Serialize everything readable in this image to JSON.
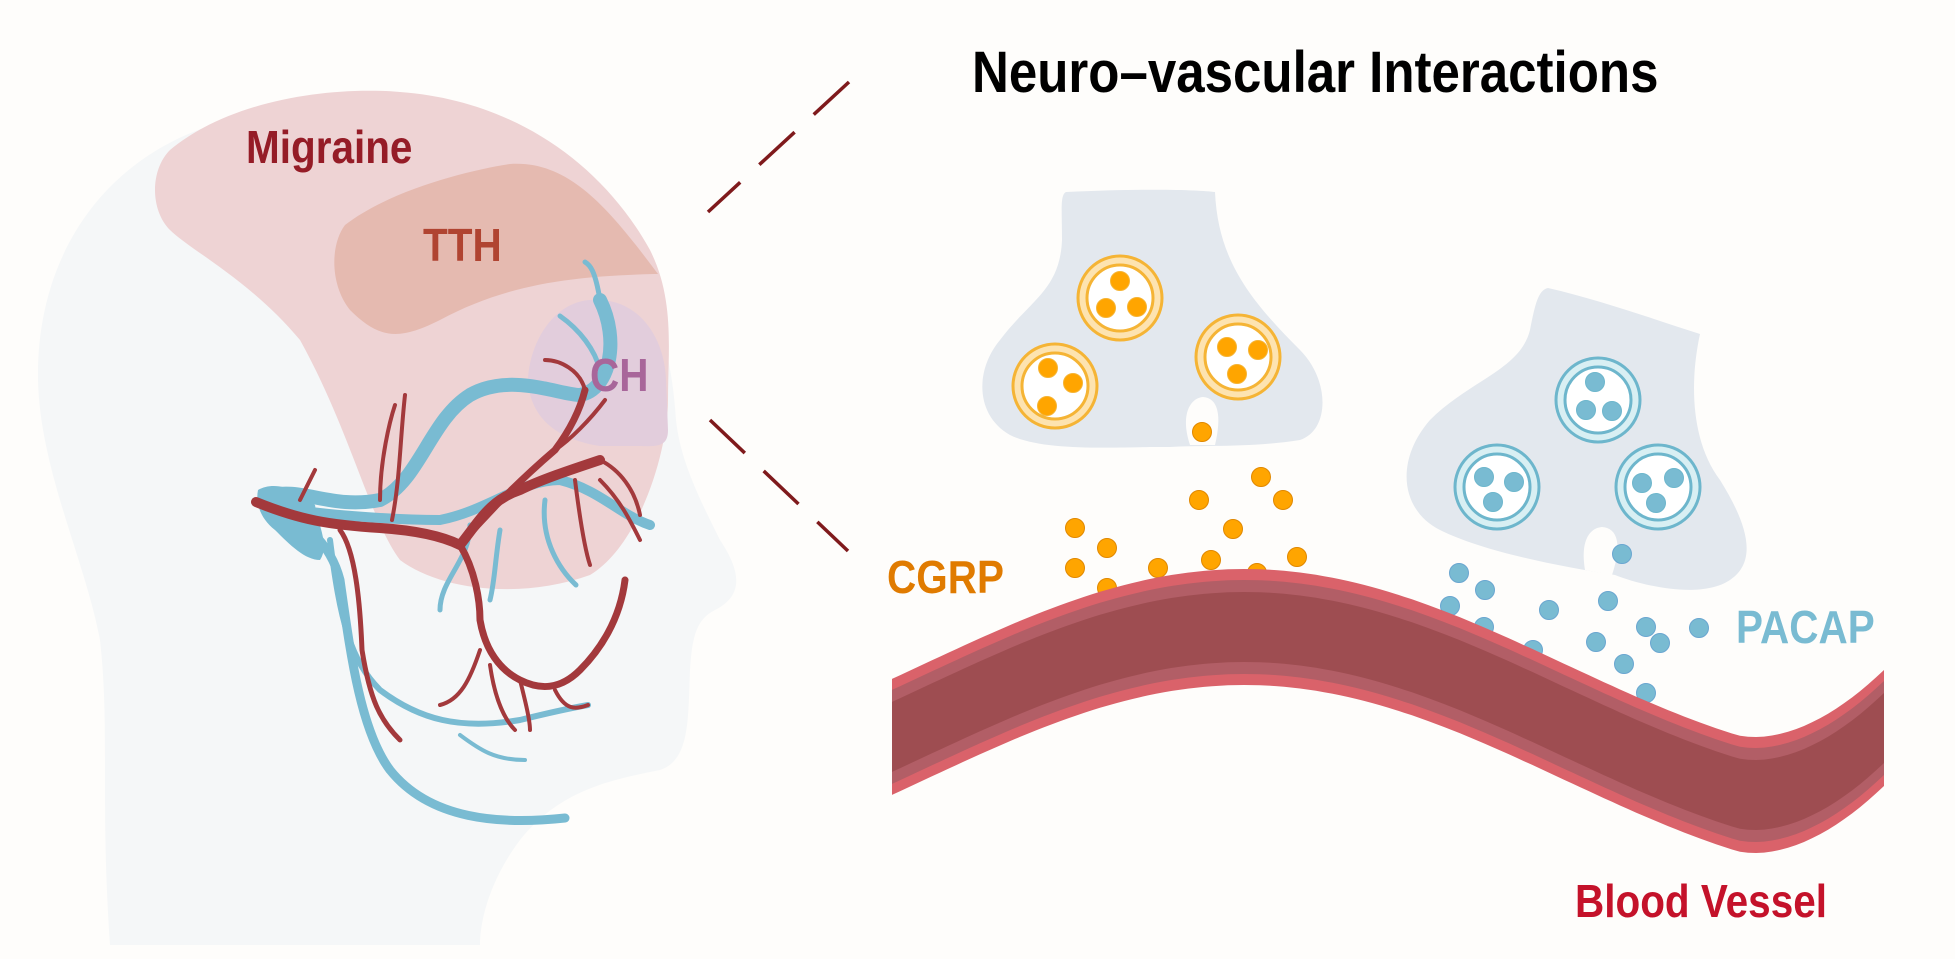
{
  "title": "Neuro–vascular Interactions",
  "labels": {
    "migraine": "Migraine",
    "tth": "TTH",
    "ch": "CH",
    "cgrp": "CGRP",
    "pacap": "PACAP",
    "blood_vessel": "Blood Vessel"
  },
  "colors": {
    "background": "#fefdfb",
    "head": "#f5f7f8",
    "migraine_region": "#eed3d4",
    "migraine_text": "#951c27",
    "tth_region": "#e5bab0",
    "tth_text": "#b04431",
    "ch_region": "#e2cddc",
    "ch_text": "#a8669a",
    "artery": "#a3393c",
    "vein": "#79bbd2",
    "neuron_terminal": "#e3e8ee",
    "cgrp": "#ffa500",
    "cgrp_ring": "#f5b435",
    "cgrp_text": "#e07b00",
    "pacap": "#79bbd2",
    "pacap_ring": "#6db6cc",
    "pacap_text": "#79bbd2",
    "vessel_outer": "#da626a",
    "vessel_mid": "#b25e66",
    "vessel_inner": "#9e4d51",
    "vessel_text": "#c4122a",
    "zoom_lines": "#7f1a1c"
  },
  "cgrp_terminal": {
    "vesicles": 3,
    "molecules_per_vesicle": 3,
    "released_molecules": 17
  },
  "pacap_terminal": {
    "vesicles": 3,
    "molecules_per_vesicle": 3,
    "released_molecules": 17
  }
}
